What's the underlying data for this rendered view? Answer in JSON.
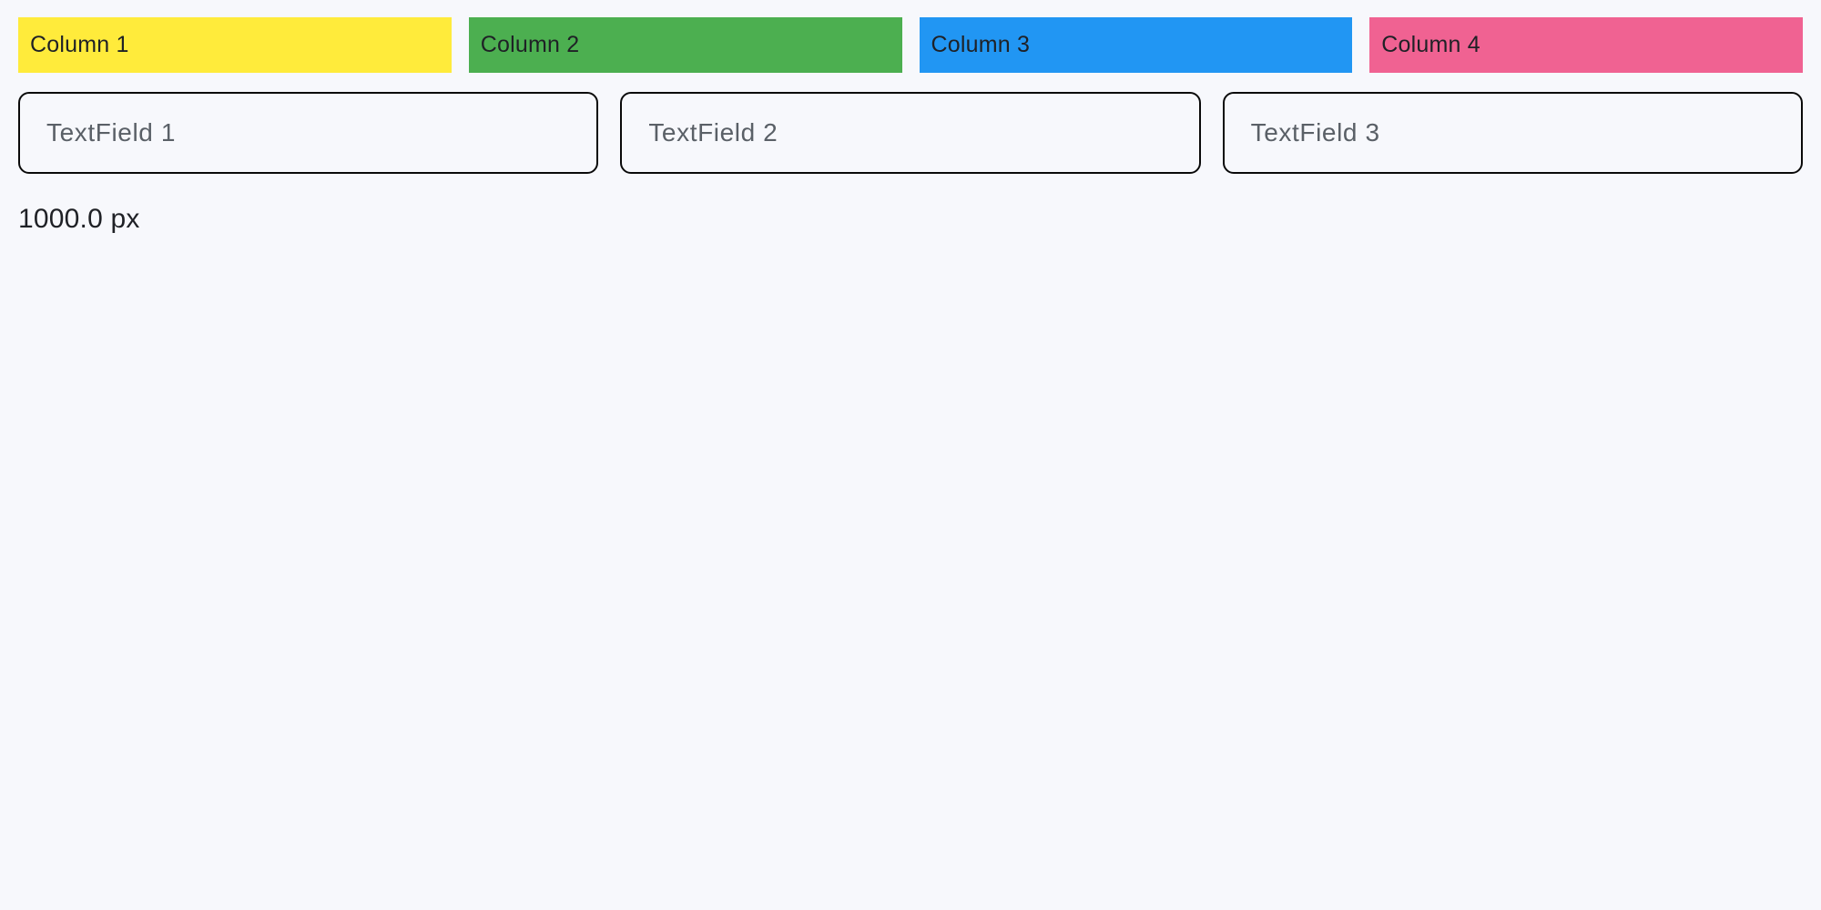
{
  "colors": {
    "background": "#f7f8fc",
    "border": "#0a0a0a",
    "column_text": "#1f2126",
    "placeholder_text": "#5a6067",
    "footer_text": "#1f2126",
    "column_yellow": "#ffeb3b",
    "column_green": "#4caf50",
    "column_blue": "#2196f3",
    "column_pink": "#f06292"
  },
  "columns": [
    {
      "label": "Column 1",
      "color": "#ffeb3b"
    },
    {
      "label": "Column 2",
      "color": "#4caf50"
    },
    {
      "label": "Column 3",
      "color": "#2196f3"
    },
    {
      "label": "Column 4",
      "color": "#f06292"
    }
  ],
  "textfields": [
    {
      "placeholder": "TextField 1",
      "value": ""
    },
    {
      "placeholder": "TextField 2",
      "value": ""
    },
    {
      "placeholder": "TextField 3",
      "value": ""
    }
  ],
  "footer": {
    "width_label": "1000.0 px"
  }
}
